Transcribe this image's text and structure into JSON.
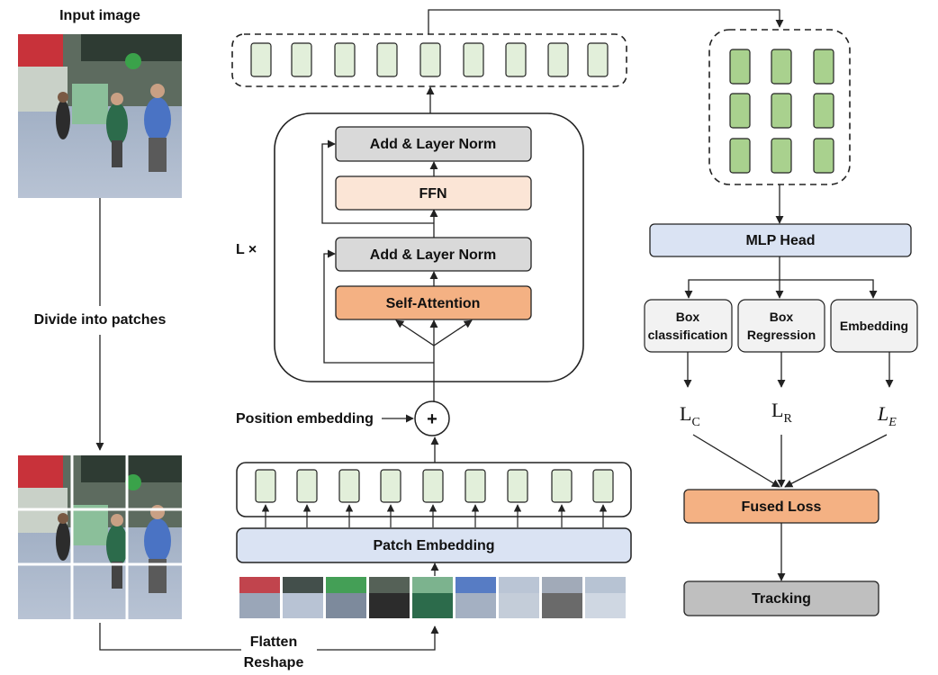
{
  "labels": {
    "input_image": "Input image",
    "divide": "Divide into patches",
    "flatten": "Flatten",
    "reshape": "Reshape",
    "l_times": "L ×",
    "position_embedding": "Position embedding",
    "plus": "+"
  },
  "boxes": {
    "add_norm_top": "Add & Layer Norm",
    "ffn": "FFN",
    "add_norm_bottom": "Add & Layer Norm",
    "self_attention": "Self-Attention",
    "patch_embedding": "Patch Embedding",
    "mlp_head": "MLP Head",
    "box_classification_1": "Box",
    "box_classification_2": "classification",
    "box_regression_1": "Box",
    "box_regression_2": "Regression",
    "embedding": "Embedding",
    "fused_loss": "Fused Loss",
    "tracking": "Tracking"
  },
  "losses": {
    "lc_main": "L",
    "lc_sub": "C",
    "lr_main": "L",
    "lr_sub": "R",
    "le_main": "L",
    "le_sub": "E"
  },
  "colors": {
    "token_fill_dark": "#a9d18e",
    "token_fill_light": "#e2efda",
    "norm_fill": "#d9d9d9",
    "ffn_fill": "#fbe5d6",
    "attention_fill": "#f4b183",
    "patch_embed_fill": "#dae3f3",
    "mlp_fill": "#dae3f3",
    "head_box_fill": "#f2f2f2",
    "fused_loss_fill": "#f4b183",
    "tracking_fill": "#bfbfbf"
  }
}
